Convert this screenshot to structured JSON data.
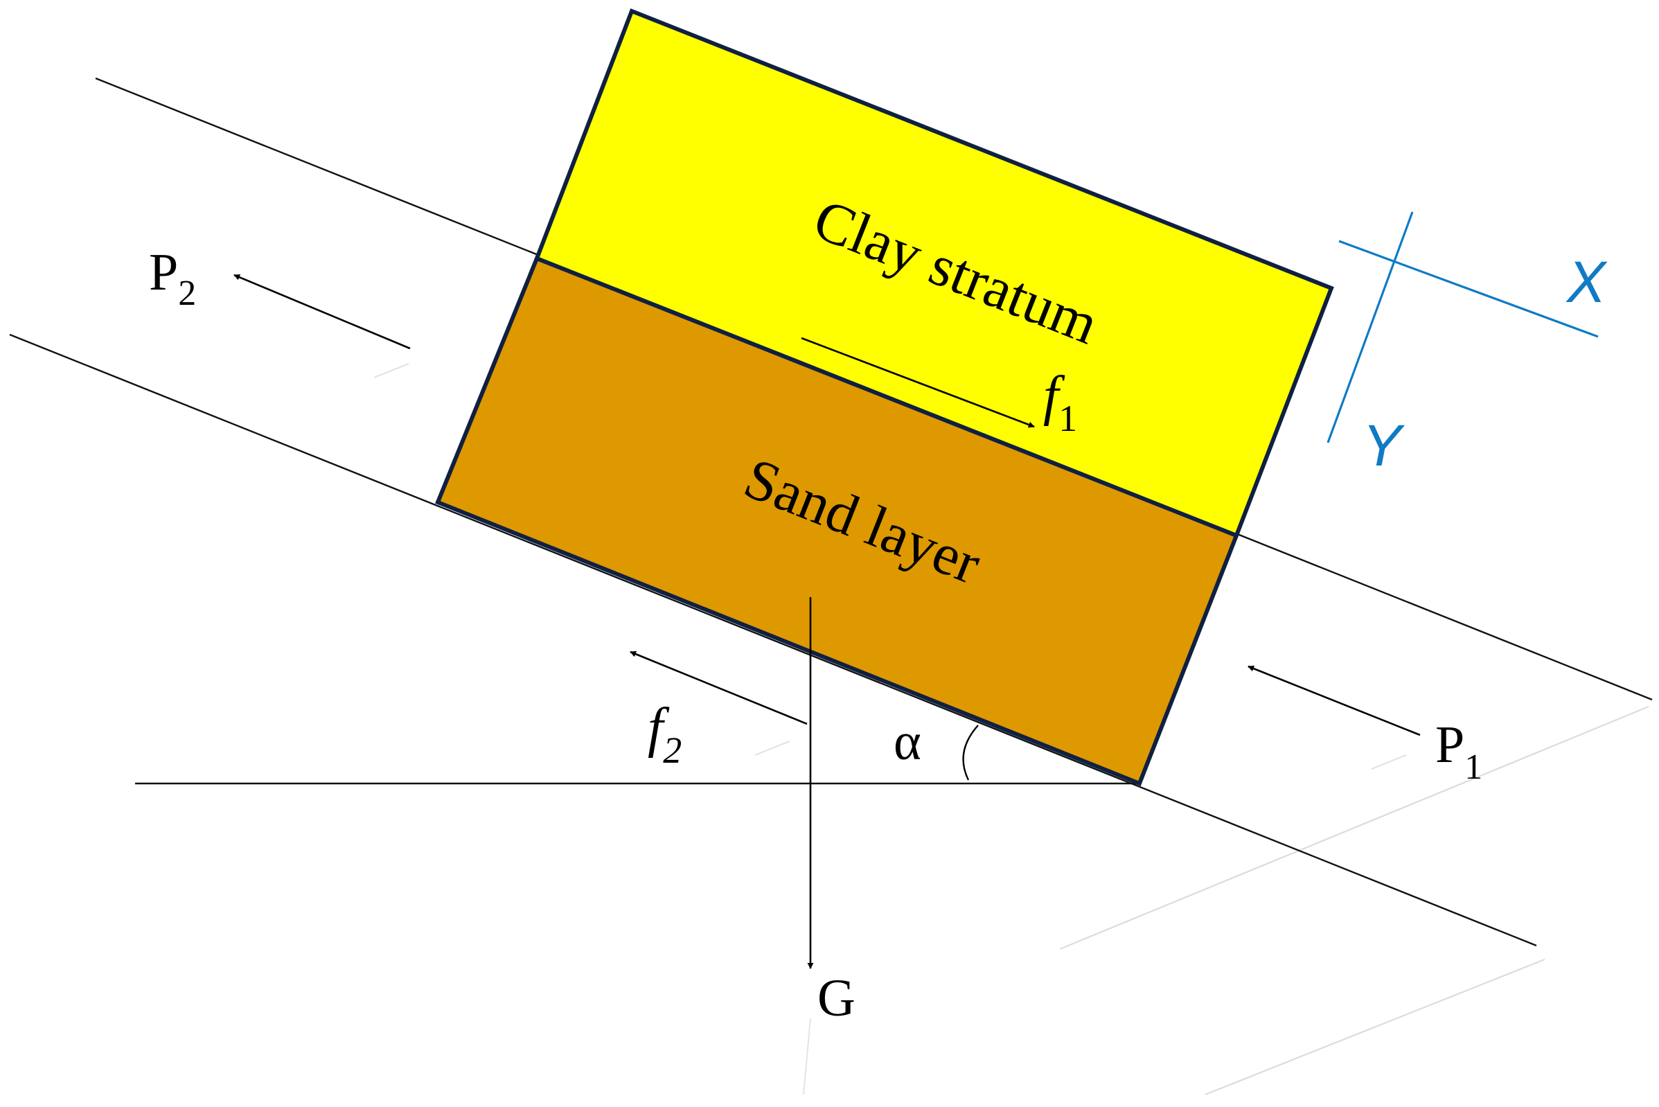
{
  "diagram": {
    "layers": {
      "clay": {
        "label": "Clay stratum",
        "fill": "#FFFF00"
      },
      "sand": {
        "label": "Sand layer",
        "fill": "#DE9800"
      }
    },
    "outline_color": "#0F2042",
    "axis_color": "#0F7BC4",
    "forces": {
      "P1": {
        "main": "P",
        "sub": "1"
      },
      "P2": {
        "main": "P",
        "sub": "2"
      },
      "f1": {
        "main": "f",
        "sub": "1"
      },
      "f2": {
        "main": "f",
        "sub": "2"
      },
      "G": {
        "main": "G"
      }
    },
    "angle_label": "α",
    "axes": {
      "x": "X",
      "y": "Y"
    }
  }
}
